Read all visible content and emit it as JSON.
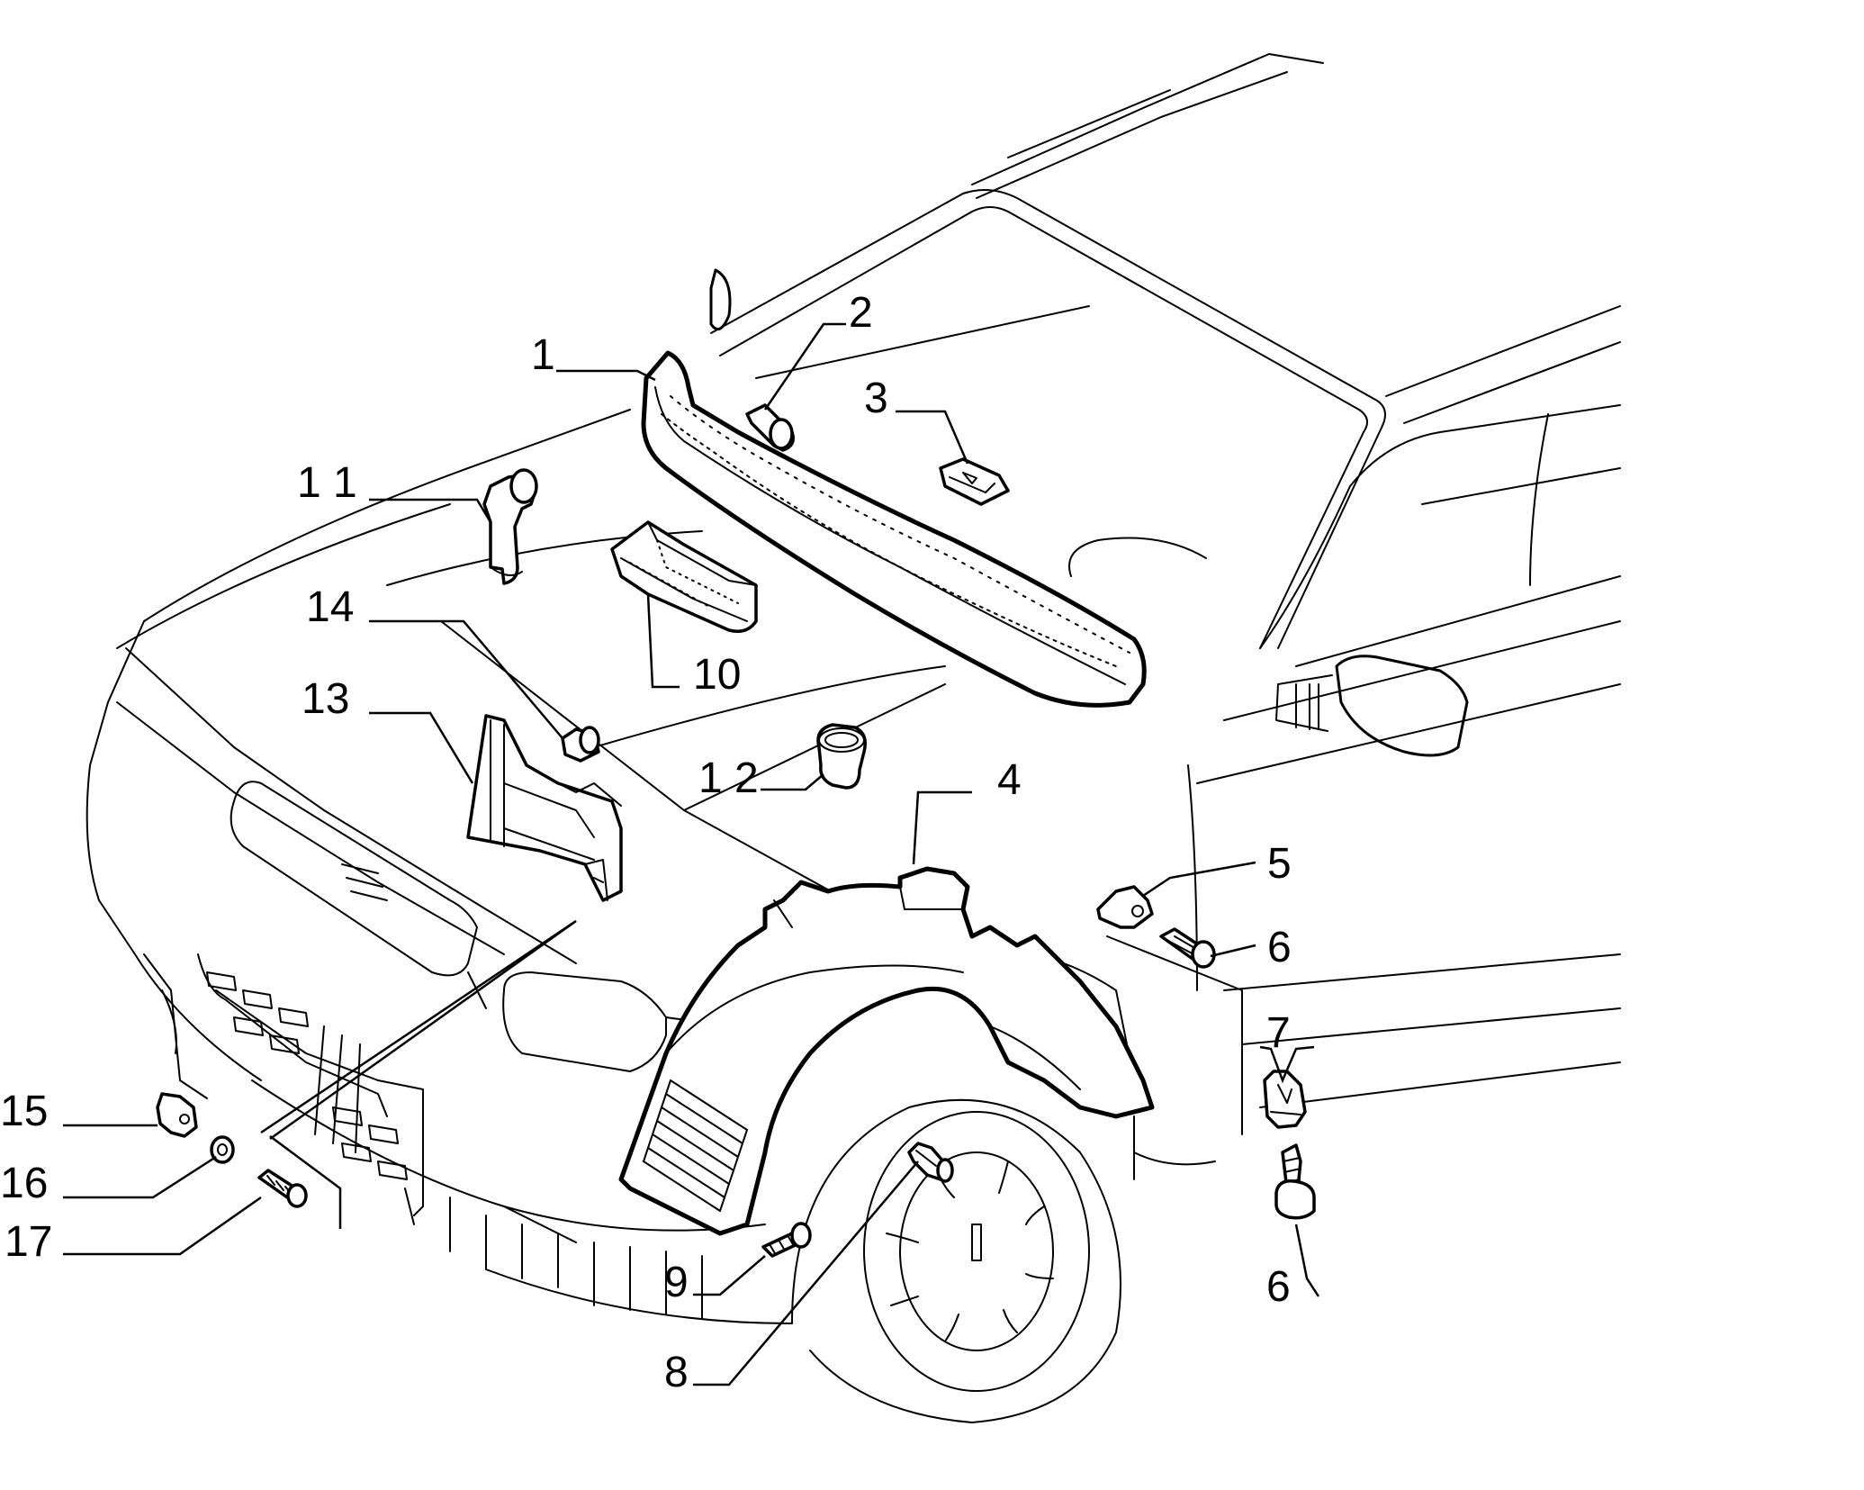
{
  "callouts": [
    {
      "id": "c1",
      "text": "1"
    },
    {
      "id": "c2",
      "text": "2"
    },
    {
      "id": "c3",
      "text": "3"
    },
    {
      "id": "c4",
      "text": "4"
    },
    {
      "id": "c5",
      "text": "5"
    },
    {
      "id": "c6a",
      "text": "6"
    },
    {
      "id": "c7",
      "text": "7"
    },
    {
      "id": "c6b",
      "text": "6"
    },
    {
      "id": "c8",
      "text": "8"
    },
    {
      "id": "c9",
      "text": "9"
    },
    {
      "id": "c10",
      "text": "10"
    },
    {
      "id": "c11",
      "text": "1 1"
    },
    {
      "id": "c12",
      "text": "1 2"
    },
    {
      "id": "c13",
      "text": "13"
    },
    {
      "id": "c14",
      "text": "14"
    },
    {
      "id": "c15",
      "text": "15"
    },
    {
      "id": "c16",
      "text": "16"
    },
    {
      "id": "c17",
      "text": "17"
    }
  ],
  "colors": {
    "line": "#000000",
    "background": "#ffffff"
  }
}
